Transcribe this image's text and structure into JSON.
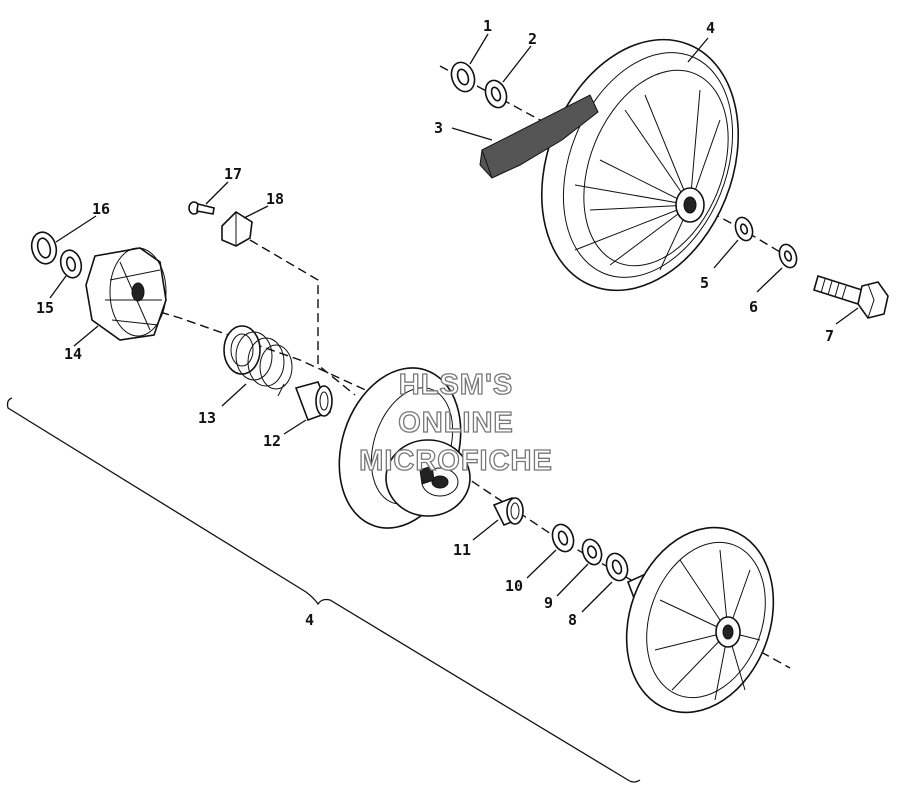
{
  "watermark": {
    "line1": "HLSM'S",
    "line2": "ONLINE",
    "line3": "MICROFICHE"
  },
  "callouts": {
    "c1": "1",
    "c2": "2",
    "c3": "3",
    "c4_top": "4",
    "c4_bracket": "4",
    "c5": "5",
    "c6": "6",
    "c7": "7",
    "c8": "8",
    "c9": "9",
    "c10": "10",
    "c11": "11",
    "c12": "12",
    "c13": "13",
    "c14": "14",
    "c15": "15",
    "c16": "16",
    "c17": "17",
    "c18": "18"
  }
}
